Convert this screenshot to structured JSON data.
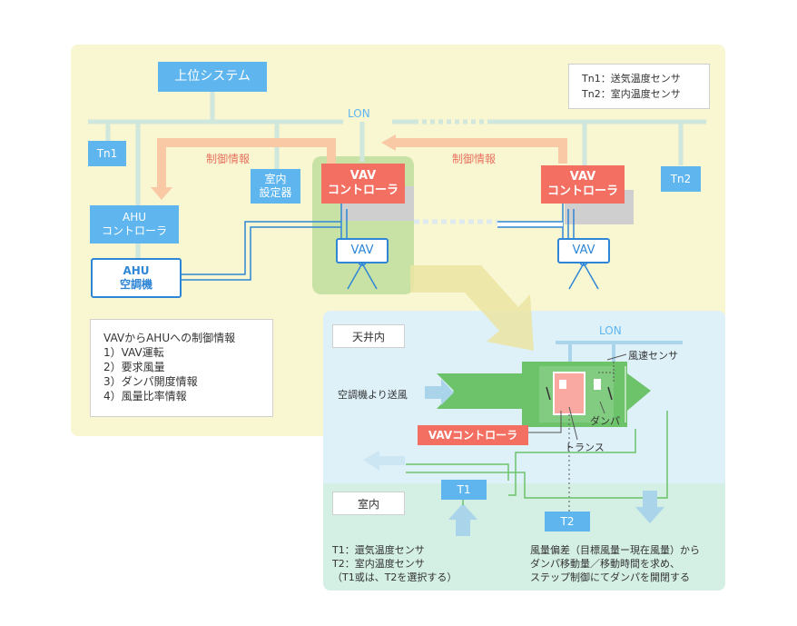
{
  "top_system": "上位システム",
  "legend": [
    "Tn1：送気温度センサ",
    "Tn2：室内温度センサ"
  ],
  "lon_top": "LON",
  "tn1": "Tn1",
  "tn2": "Tn2",
  "control_info_left": "制御情報",
  "control_info_right": "制御情報",
  "room_setter": [
    "室内",
    "設定器"
  ],
  "vav_controller_1": [
    "VAV",
    "コントローラ"
  ],
  "vav_controller_2": [
    "VAV",
    "コントローラ"
  ],
  "ahu_controller": [
    "AHU",
    "コントローラ"
  ],
  "ahu_unit": [
    "AHU",
    "空調機"
  ],
  "vav_1": "VAV",
  "vav_2": "VAV",
  "info_box": {
    "title": "VAVからAHUへの制御情報",
    "items": [
      "1）VAV運転",
      "2）要求風量",
      "3）ダンパ開度情報",
      "4）風量比率情報"
    ]
  },
  "detail": {
    "ceiling": "天井内",
    "room": "室内",
    "lon": "LON",
    "airflow_sensor": "風速センサ",
    "supply_air_label": "空調機より送風",
    "damper": "ダンパ",
    "transformer": "トランス",
    "vav_controller": "VAVコントローラ",
    "t1": "T1",
    "t2": "T2",
    "sensor_notes": [
      "T1：還気温度センサ",
      "T2：室内温度センサ",
      "（T1或は、T2を選択する）"
    ],
    "control_notes": [
      "風量偏差（目標風量ー現在風量）から",
      "ダンパ移動量／移動時間を求め、",
      "ステップ制御にてダンパを開閉する"
    ]
  },
  "colors": {
    "panel_top": "#f9f6d2",
    "panel_ceiling": "#def1f9",
    "panel_room": "#d4efe4",
    "sensor_blue": "#5fb6ef",
    "controller_red": "#f26f61",
    "bus_line": "#cfe7dc",
    "duct_green": "#6cc36a",
    "arrow_orange": "#f8c9a4"
  }
}
